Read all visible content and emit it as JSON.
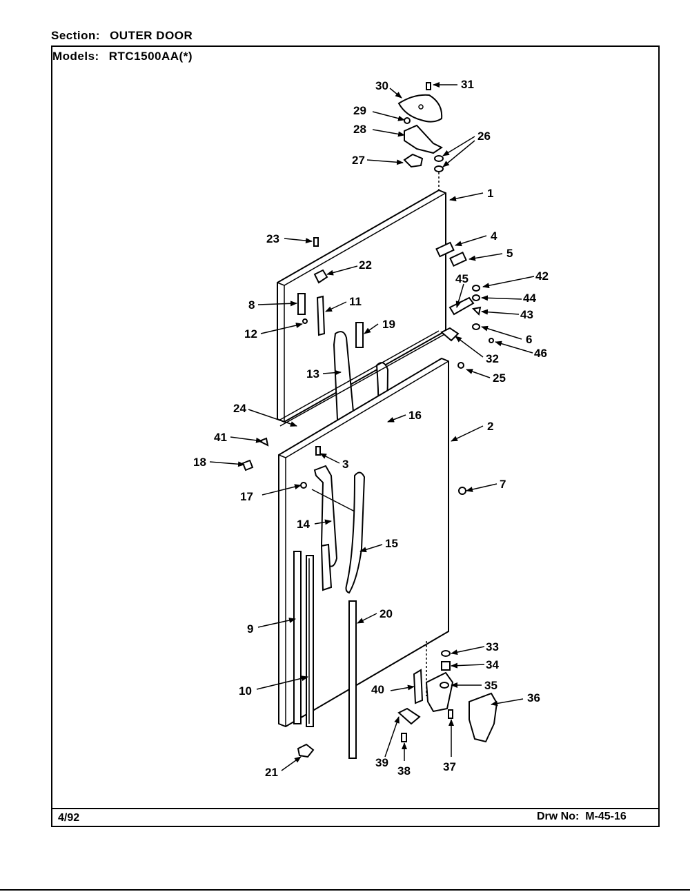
{
  "header": {
    "section_label": "Section:",
    "section_value": "OUTER DOOR",
    "models_label": "Models:",
    "models_value": "RTC1500AA(*)"
  },
  "footer": {
    "date": "4/92",
    "drawing_no_label": "Drw No:",
    "drawing_no_value": "M-45-16"
  },
  "callouts": [
    {
      "id": "c1",
      "text": "1"
    },
    {
      "id": "c2",
      "text": "2"
    },
    {
      "id": "c3",
      "text": "3"
    },
    {
      "id": "c4",
      "text": "4"
    },
    {
      "id": "c5",
      "text": "5"
    },
    {
      "id": "c6",
      "text": "6"
    },
    {
      "id": "c7",
      "text": "7"
    },
    {
      "id": "c8",
      "text": "8"
    },
    {
      "id": "c9",
      "text": "9"
    },
    {
      "id": "c10",
      "text": "10"
    },
    {
      "id": "c11",
      "text": "11"
    },
    {
      "id": "c12",
      "text": "12"
    },
    {
      "id": "c13",
      "text": "13"
    },
    {
      "id": "c14",
      "text": "14"
    },
    {
      "id": "c15",
      "text": "15"
    },
    {
      "id": "c16",
      "text": "16"
    },
    {
      "id": "c17",
      "text": "17"
    },
    {
      "id": "c18",
      "text": "18"
    },
    {
      "id": "c19",
      "text": "19"
    },
    {
      "id": "c20",
      "text": "20"
    },
    {
      "id": "c21",
      "text": "21"
    },
    {
      "id": "c22",
      "text": "22"
    },
    {
      "id": "c23",
      "text": "23"
    },
    {
      "id": "c24",
      "text": "24"
    },
    {
      "id": "c25",
      "text": "25"
    },
    {
      "id": "c26",
      "text": "26"
    },
    {
      "id": "c27",
      "text": "27"
    },
    {
      "id": "c28",
      "text": "28"
    },
    {
      "id": "c29",
      "text": "29"
    },
    {
      "id": "c30",
      "text": "30"
    },
    {
      "id": "c31",
      "text": "31"
    },
    {
      "id": "c32",
      "text": "32"
    },
    {
      "id": "c33",
      "text": "33"
    },
    {
      "id": "c34",
      "text": "34"
    },
    {
      "id": "c35",
      "text": "35"
    },
    {
      "id": "c36",
      "text": "36"
    },
    {
      "id": "c37",
      "text": "37"
    },
    {
      "id": "c38",
      "text": "38"
    },
    {
      "id": "c39",
      "text": "39"
    },
    {
      "id": "c40",
      "text": "40"
    },
    {
      "id": "c41",
      "text": "41"
    },
    {
      "id": "c42",
      "text": "42"
    },
    {
      "id": "c43",
      "text": "43"
    },
    {
      "id": "c44",
      "text": "44"
    },
    {
      "id": "c45",
      "text": "45"
    },
    {
      "id": "c46",
      "text": "46"
    }
  ]
}
